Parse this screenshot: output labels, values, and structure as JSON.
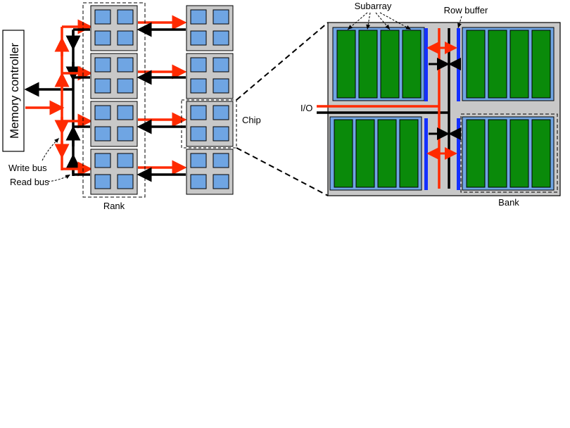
{
  "labels": {
    "memory_controller": "Memory controller",
    "write_bus": "Write bus",
    "read_bus": "Read bus",
    "rank": "Rank",
    "chip": "Chip",
    "subarray": "Subarray",
    "row_buffer": "Row buffer",
    "io": "I/O",
    "bank": "Bank"
  },
  "colors": {
    "write_bus": "#ff2a00",
    "read_bus": "#000000",
    "chip_fill": "#c8c8c8",
    "bank_cell": "#6fa5e3",
    "subarray": "#0a8a0a",
    "row_buffer": "#1430ff"
  }
}
